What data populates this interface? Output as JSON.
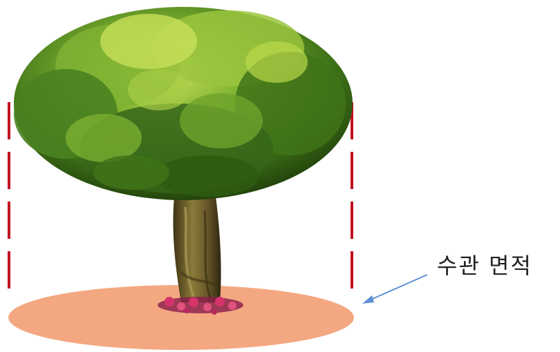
{
  "diagram": {
    "label": "수관 면적",
    "colors": {
      "ground_ellipse": "#F4A882",
      "boundary_lines": "#C1121F",
      "arrow": "#5B8FD6",
      "foliage_dark": "#2F5A12",
      "foliage_mid": "#5E9424",
      "foliage_light": "#B9D84A",
      "trunk": "#6B5A2A",
      "flowers": "#D6336C"
    },
    "parts": [
      "tree-canopy",
      "tree-trunk",
      "ground-flowers",
      "crown-area-ellipse",
      "left-boundary-dashed-line",
      "right-boundary-dashed-line",
      "pointer-arrow"
    ]
  }
}
